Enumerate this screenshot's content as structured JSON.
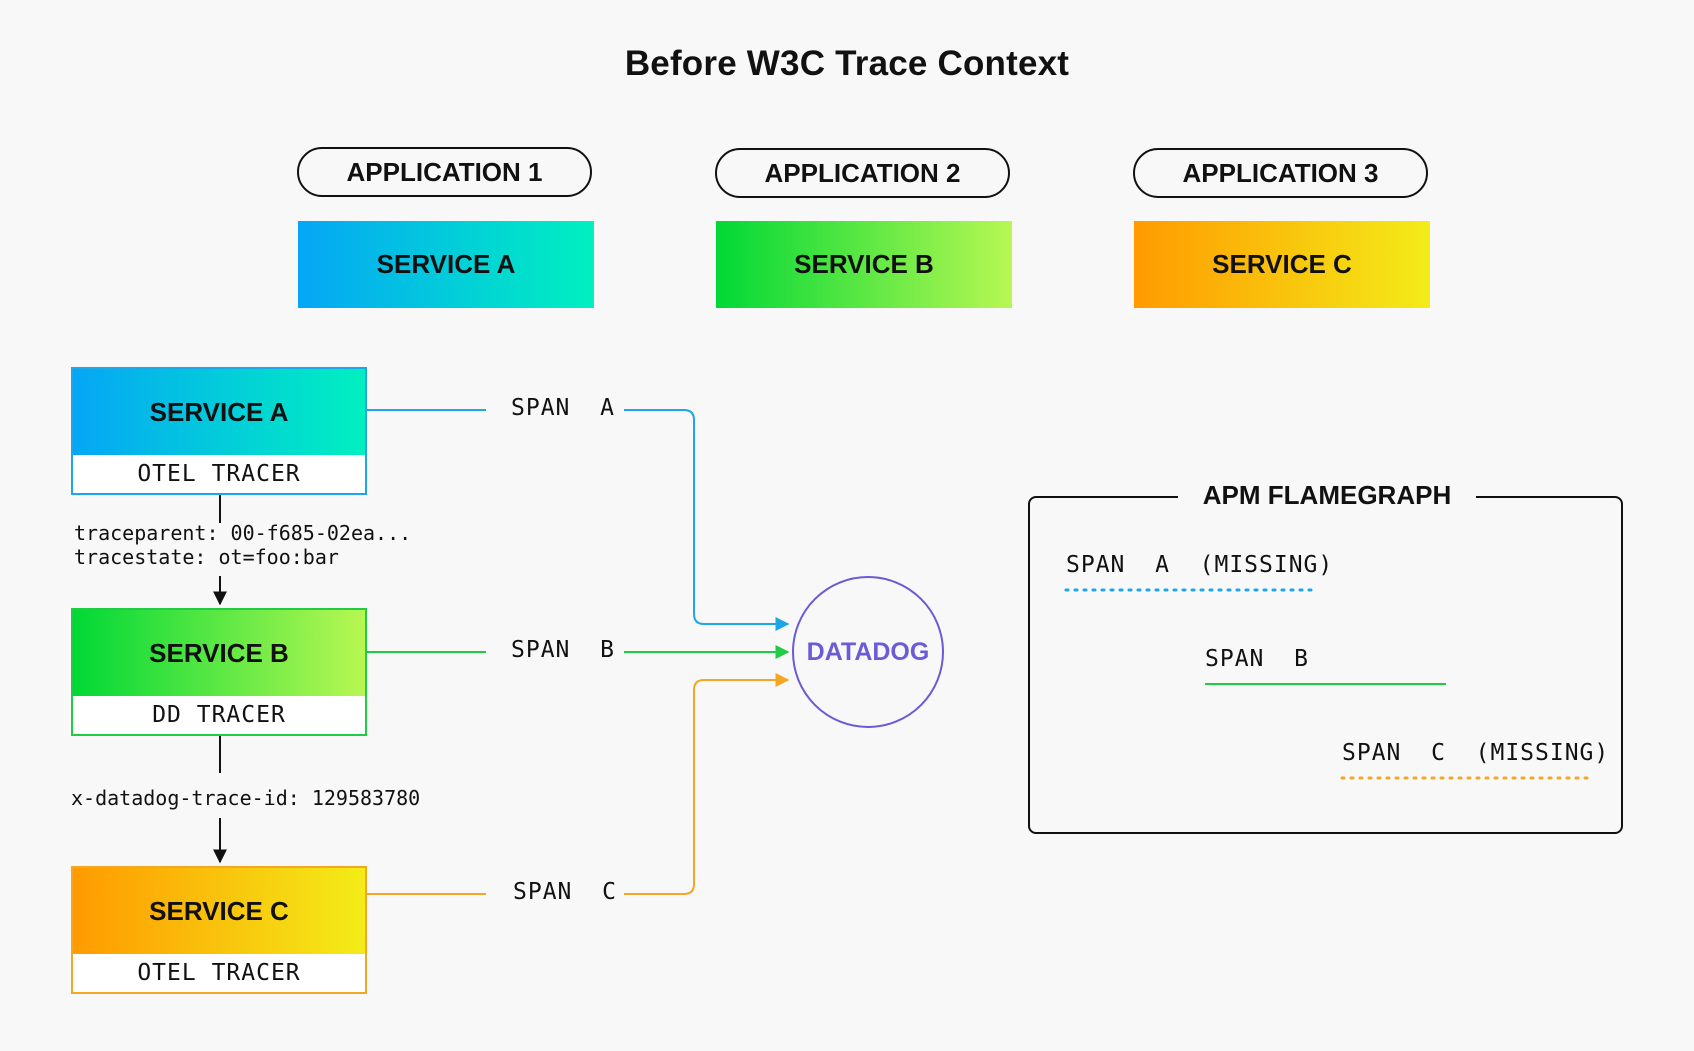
{
  "title": "Before W3C Trace Context",
  "applications": [
    {
      "label": "APPLICATION 1",
      "service": "SERVICE A"
    },
    {
      "label": "APPLICATION 2",
      "service": "SERVICE B"
    },
    {
      "label": "APPLICATION 3",
      "service": "SERVICE C"
    }
  ],
  "services": [
    {
      "name": "SERVICE A",
      "tracer": "OTEL  TRACER",
      "span": "SPAN  A",
      "color": "#1ea7e8"
    },
    {
      "name": "SERVICE B",
      "tracer": "DD  TRACER",
      "span": "SPAN  B",
      "color": "#1fcc44"
    },
    {
      "name": "SERVICE C",
      "tracer": "OTEL  TRACER",
      "span": "SPAN  C",
      "color": "#f5a623"
    }
  ],
  "headers": {
    "a_to_b": {
      "traceparent": "traceparent: 00-f685-02ea...",
      "tracestate": "tracestate: ot=foo:bar"
    },
    "b_to_c": "x-datadog-trace-id: 129583780"
  },
  "datadog": {
    "label": "DATADOG",
    "color": "#6b5bd6"
  },
  "flamegraph": {
    "title": "APM FLAMEGRAPH",
    "spans": [
      {
        "label": "SPAN  A  (MISSING)",
        "style": "dotted",
        "color": "#1ea7e8"
      },
      {
        "label": "SPAN  B",
        "style": "solid",
        "color": "#1fcc44"
      },
      {
        "label": "SPAN  C  (MISSING)",
        "style": "dotted",
        "color": "#f5a623"
      }
    ]
  }
}
